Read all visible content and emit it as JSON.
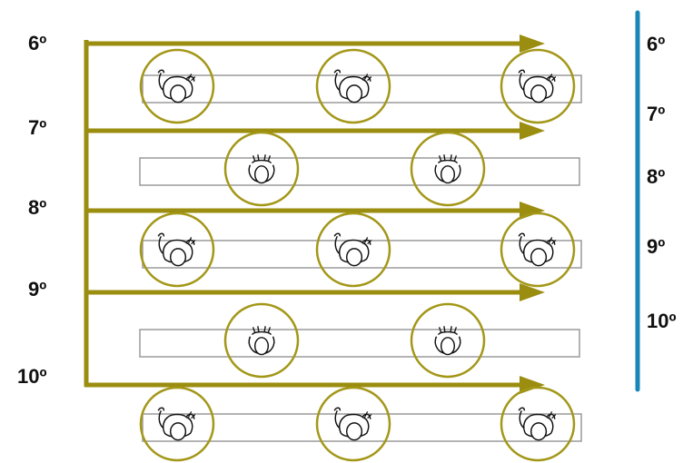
{
  "colors": {
    "arrow": "#9b8d0f",
    "circle": "#a39718",
    "table": "#9a9a9a",
    "scale_bar": "#1a86b8",
    "text": "#111111",
    "figure": "#111111"
  },
  "left_labels": [
    "6º",
    "7º",
    "8º",
    "9º",
    "10º"
  ],
  "right_labels": [
    "6º",
    "7º",
    "8º",
    "9º",
    "10º"
  ],
  "rows": [
    {
      "seats": 3,
      "figure": "back"
    },
    {
      "seats": 2,
      "figure": "front"
    },
    {
      "seats": 3,
      "figure": "back"
    },
    {
      "seats": 2,
      "figure": "front"
    },
    {
      "seats": 3,
      "figure": "back"
    }
  ]
}
